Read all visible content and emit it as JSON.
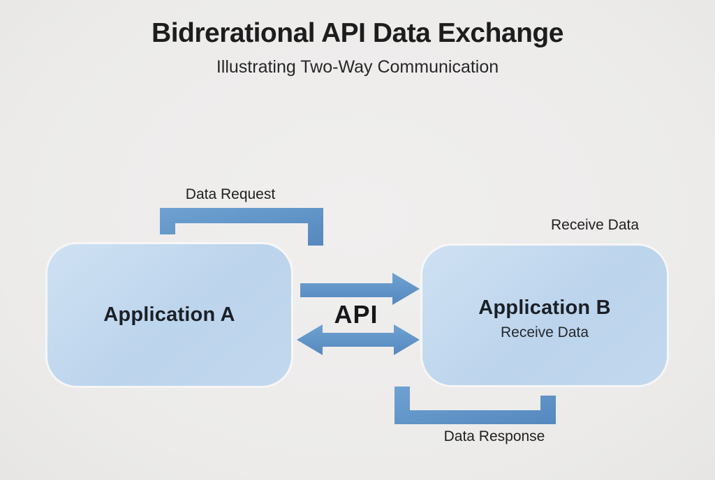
{
  "header": {
    "title": "Bidrerational API Data Exchange",
    "subtitle": "Illustrating Two-Way Communication"
  },
  "diagram": {
    "node_a": {
      "label": "Application A"
    },
    "node_b": {
      "label": "Application B",
      "sublabel": "Receive Data"
    },
    "api_label": "API",
    "labels": {
      "data_request": "Data Request",
      "receive_data_top": "Receive Data",
      "data_response": "Data Response"
    }
  },
  "colors": {
    "background": "#EDECEA",
    "arrow_light": "#6FA2D2",
    "arrow_dark": "#5588BE",
    "box_light": "#CFE1F3",
    "box_dark": "#BCD4EC",
    "text": "#1D1D1D"
  }
}
